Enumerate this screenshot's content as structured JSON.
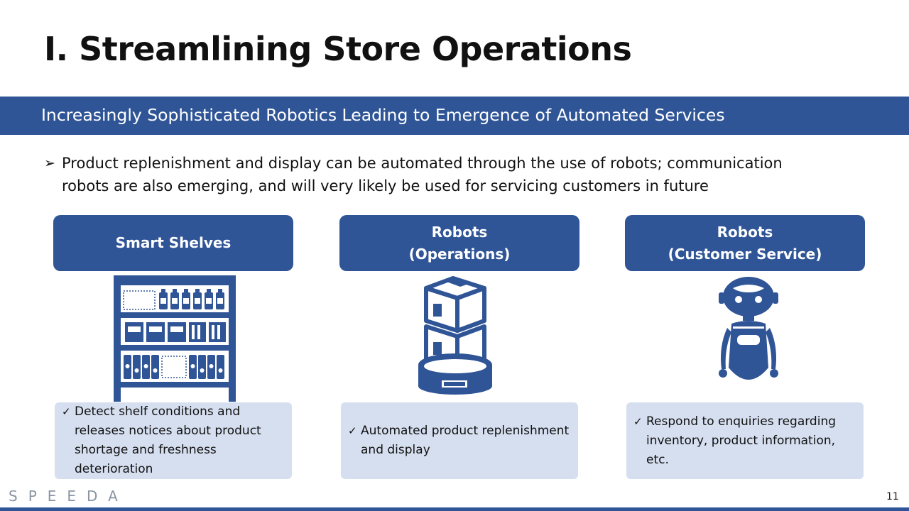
{
  "title": "I. Streamlining Store Operations",
  "banner": "Increasingly Sophisticated Robotics Leading to Emergence of Automated Services",
  "bullet": {
    "marker": "➢",
    "text": "Product replenishment and display can be automated through the use of robots; communication robots are also emerging, and will very likely be used for servicing customers in future"
  },
  "columns": [
    {
      "heading": "Smart Shelves",
      "icon": "smart-shelf-icon",
      "description": "Detect shelf conditions and releases notices about product shortage and freshness deterioration"
    },
    {
      "heading": "Robots\n(Operations)",
      "icon": "delivery-robot-icon",
      "description": "Automated product replenishment and display"
    },
    {
      "heading": "Robots\n(Customer Service)",
      "icon": "service-robot-icon",
      "description": "Respond to enquiries regarding inventory, product information, etc."
    }
  ],
  "check_marker": "✓",
  "footer": {
    "logo": "SPEEDA",
    "page_number": "11"
  },
  "colors": {
    "accent": "#2f5597",
    "light_box": "#d6dff0"
  }
}
